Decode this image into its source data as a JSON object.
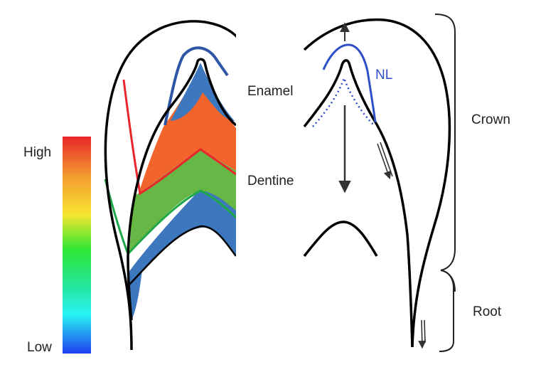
{
  "color_scale": {
    "high_label": "High",
    "low_label": "Low",
    "gradient_stops": [
      "#e8262b",
      "#f39a2e",
      "#f7e531",
      "#a4e12a",
      "#2ee631",
      "#25e6a5",
      "#27f4f4",
      "#2f8cf1",
      "#1e3ff0"
    ]
  },
  "left_diagram": {
    "label_enamel": "Enamel",
    "label_dentine": "Dentine",
    "colors": {
      "outline": "#000000",
      "high_zone": "#f1652d",
      "mid_zone": "#66b745",
      "low_zone": "#3d78bf",
      "red_line": "#e8262b",
      "green_line": "#1fa84a",
      "blue_line": "#2f56a6"
    }
  },
  "right_diagram": {
    "label_nl": "NL",
    "nl_color": "#2f4fc9",
    "arrow_color": "#333333"
  },
  "brackets": {
    "crown_label": "Crown",
    "root_label": "Root"
  }
}
